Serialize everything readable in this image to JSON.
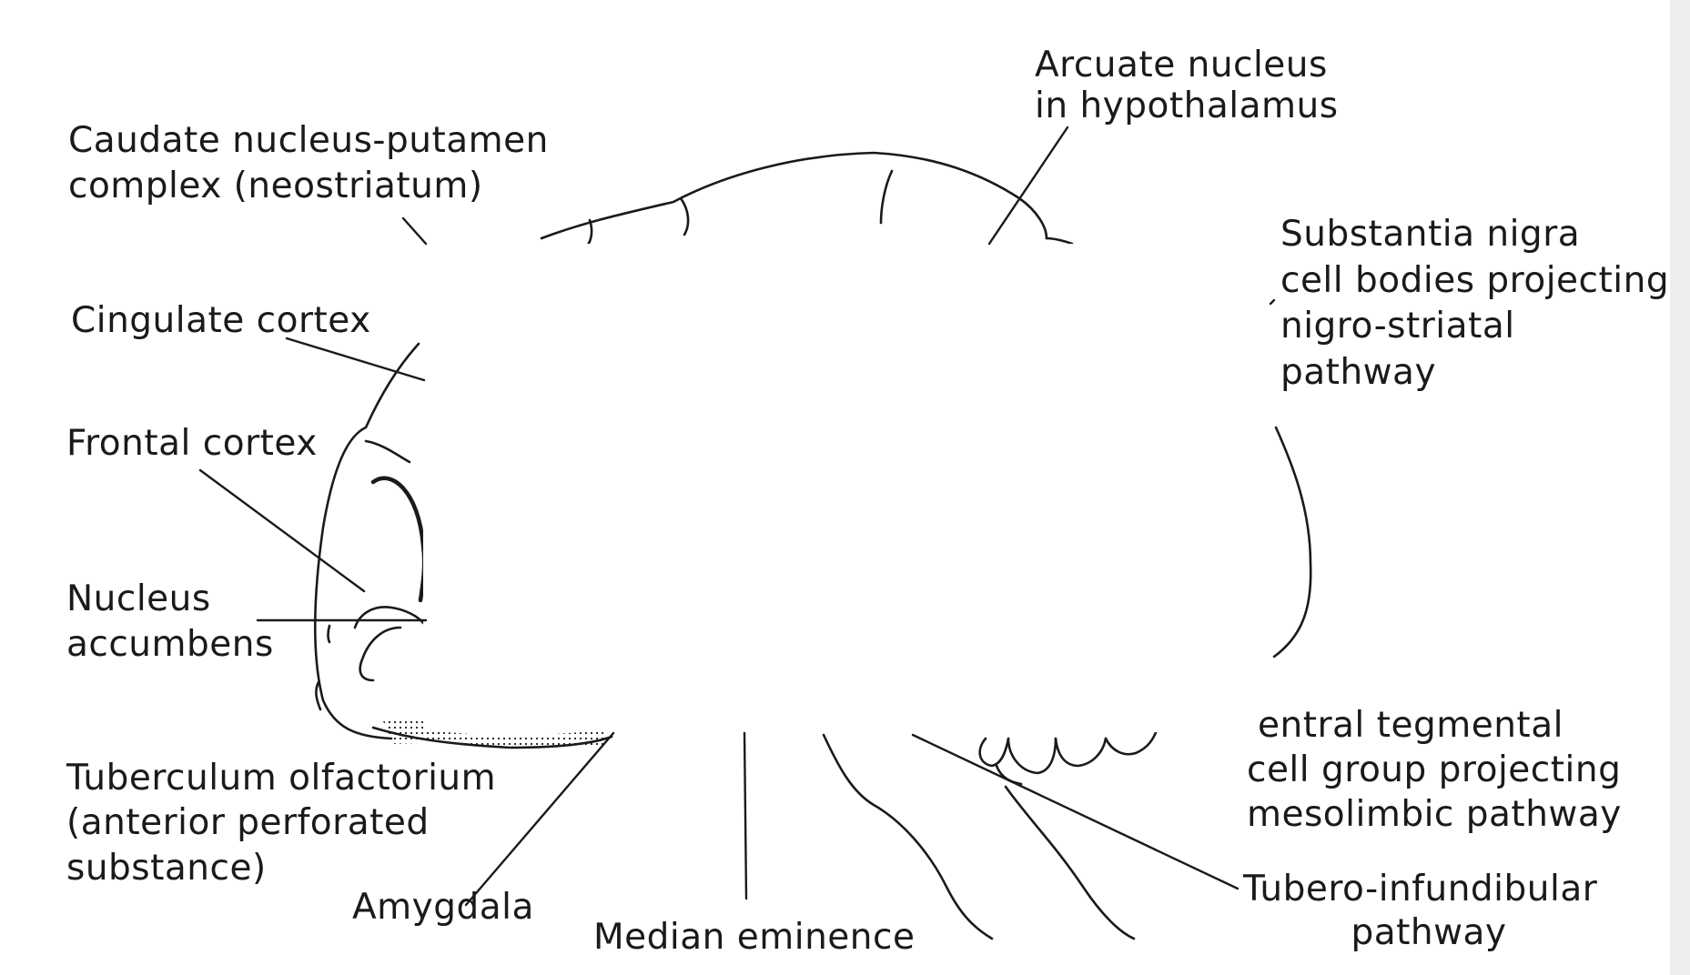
{
  "labels": {
    "arcuate_1": "Arcuate nucleus",
    "arcuate_2": "in hypothalamus",
    "caudate_1": "Caudate nucleus-putamen",
    "caudate_2": "complex (neostriatum)",
    "substantia_1": "Substantia nigra",
    "substantia_2": "cell bodies projecting",
    "substantia_3": "nigro-striatal",
    "substantia_4": "pathway",
    "cingulate": "Cingulate cortex",
    "frontal": "Frontal cortex",
    "accumbens_1": "Nucleus",
    "accumbens_2": "accumbens",
    "ventral_1": "entral tegmental",
    "ventral_2": "cell group projecting",
    "ventral_3": "mesolimbic pathway",
    "tuberculum_1": "Tuberculum olfactorium",
    "tuberculum_2": "(anterior perforated",
    "tuberculum_3": "substance)",
    "amygdala": "Amygdala",
    "median": "Median eminence",
    "tubero_1": "Tubero-infundibular",
    "tubero_2": "pathway"
  }
}
